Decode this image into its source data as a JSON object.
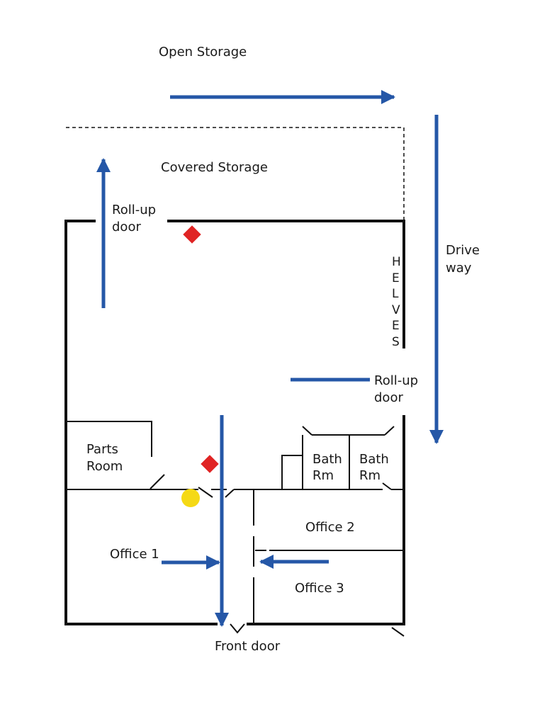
{
  "labels": {
    "open_storage": "Open Storage",
    "covered_storage": "Covered Storage",
    "rollup_door_top_1": "Roll-up",
    "rollup_door_top_2": "door",
    "driveway_1": "Drive",
    "driveway_2": "way",
    "shelves": [
      "H",
      "E",
      "L",
      "V",
      "E",
      "S"
    ],
    "rollup_door_right_1": "Roll-up",
    "rollup_door_right_2": "door",
    "parts_room_1": "Parts",
    "parts_room_2": "Room",
    "bath_rm_a_1": "Bath",
    "bath_rm_a_2": "Rm",
    "bath_rm_b_1": "Bath",
    "bath_rm_b_2": "Rm",
    "office_1": "Office 1",
    "office_2": "Office 2",
    "office_3": "Office 3",
    "front_door": "Front door"
  },
  "colors": {
    "arrow": "#2557a7",
    "diamond_marker": "#e02424",
    "circle_marker": "#f5d915",
    "wall": "#111111"
  },
  "markers": [
    "red-diamond",
    "red-diamond",
    "yellow-circle"
  ]
}
